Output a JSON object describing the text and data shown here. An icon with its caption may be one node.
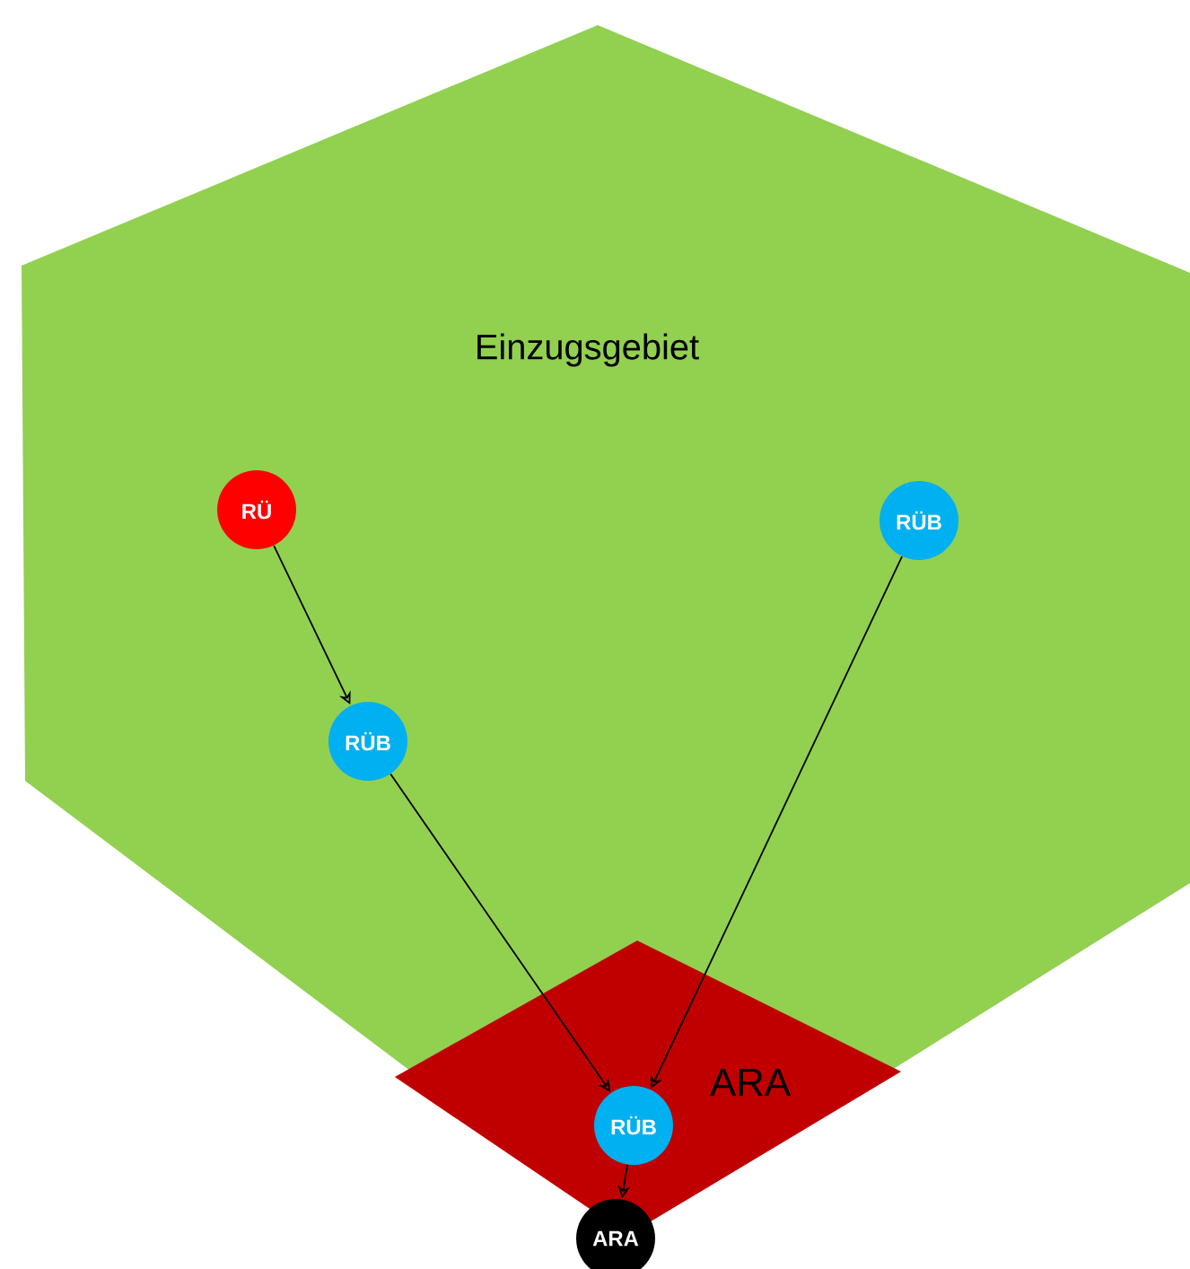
{
  "diagram": {
    "nodes": [
      {
        "text": [
          "Einzugsgebiet"
        ]
      },
      {
        "text": [
          "ARA"
        ],
        "in": 0
      },
      {
        "text": [
          "RÜ"
        ],
        "in": 0
      },
      {
        "text": [
          "RÜB"
        ],
        "in": 0
      },
      {
        "text": [
          "RÜB"
        ],
        "in": 0
      },
      {
        "text": [
          "RÜB"
        ],
        "in": 1
      },
      {
        "text": [
          "ARA"
        ]
      }
    ],
    "edges": [
      {
        "from": 2,
        "to": 3,
        "arrow": "to"
      },
      {
        "from": 3,
        "to": 5,
        "arrow": "to"
      },
      {
        "from": 4,
        "to": 5,
        "arrow": "to"
      },
      {
        "from": 5,
        "to": 6,
        "arrow": "to"
      }
    ]
  }
}
